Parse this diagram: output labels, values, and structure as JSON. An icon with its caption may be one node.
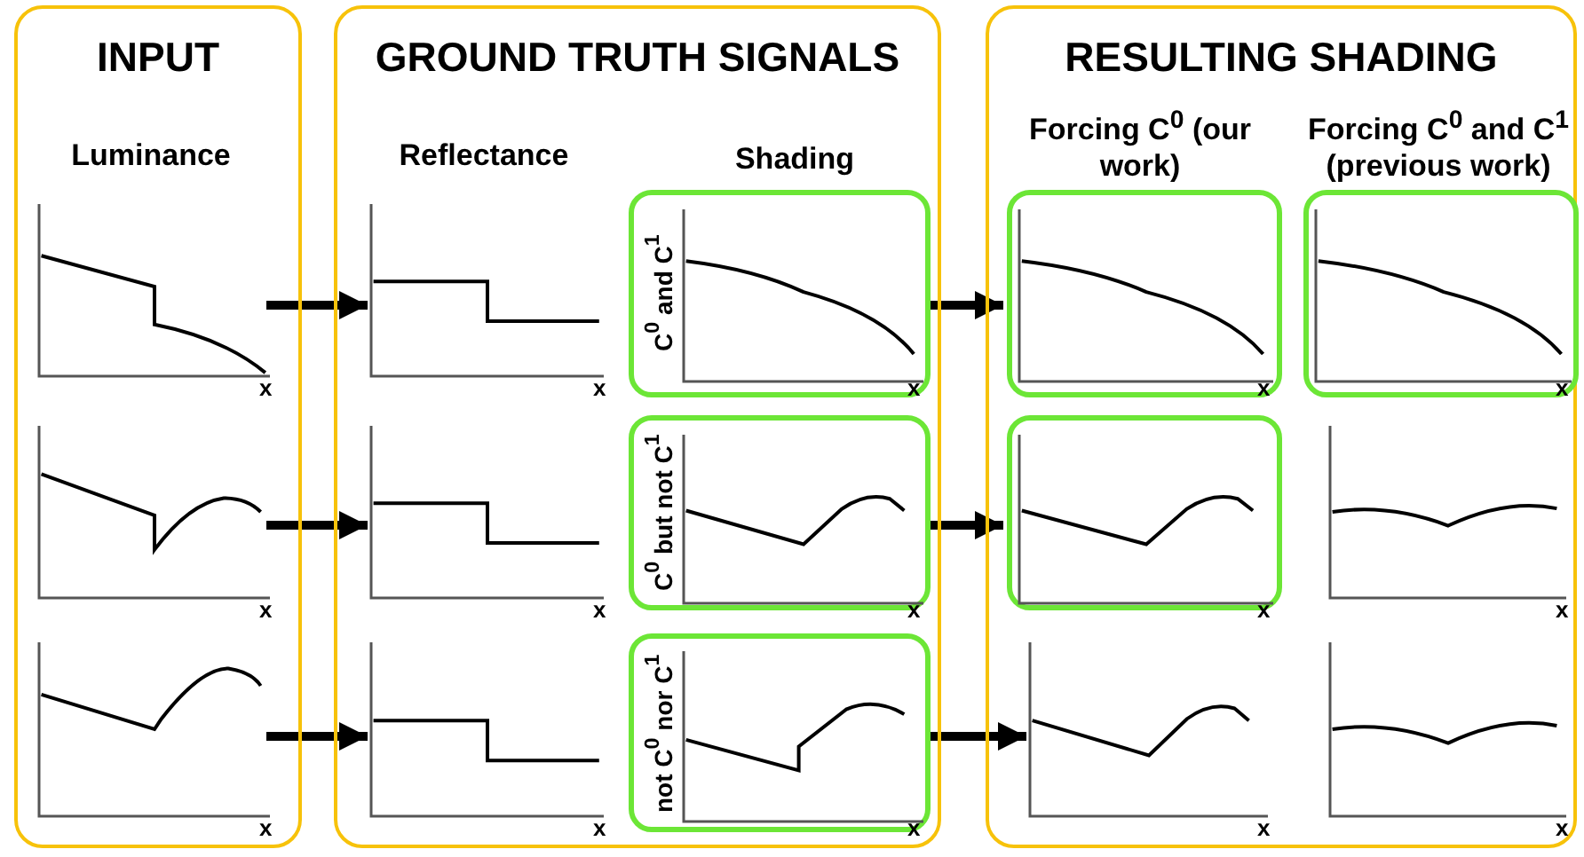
{
  "diagram": {
    "nodes": [
      {
        "text": [
          "INPUT"
        ]
      },
      {
        "text": [],
        "shape": "picture",
        "in": 0
      },
      {
        "text": [],
        "shape": "picture",
        "in": 0
      },
      {
        "text": [],
        "shape": "picture",
        "in": 0
      },
      {
        "text": [
          "GROUND TRUTH SIGNALS"
        ]
      },
      {
        "text": [],
        "shape": "picture",
        "in": 4
      },
      {
        "text": [],
        "shape": "picture",
        "in": 4
      },
      {
        "text": [],
        "shape": "picture",
        "in": 4
      },
      {
        "text": [
          "C$^{0}$ and C$^{1}$"
        ],
        "in": 4
      },
      {
        "text": [
          "C$^{0}$ but not C$^{1}$"
        ],
        "in": 4
      },
      {
        "text": [
          "not C$^{0}$ nor C$^{1}$"
        ],
        "in": 4
      },
      {
        "text": [
          "RESULTING SHADING"
        ]
      },
      {
        "text": [],
        "shape": "box",
        "in": 11
      },
      {
        "text": [],
        "shape": "box",
        "in": 11
      },
      {
        "text": [],
        "shape": "picture",
        "in": 11
      },
      {
        "text": [],
        "shape": "box",
        "in": 11
      },
      {
        "text": [],
        "shape": "picture",
        "in": 11
      },
      {
        "text": [],
        "shape": "picture",
        "in": 11
      }
    ],
    "edges": [
      {
        "from": 1,
        "to": 5,
        "arrow": "to"
      },
      {
        "from": 2,
        "to": 6,
        "arrow": "to"
      },
      {
        "from": 3,
        "to": 7,
        "arrow": "to"
      },
      {
        "from": 8,
        "to": 12,
        "arrow": "to"
      },
      {
        "from": 9,
        "to": 13,
        "arrow": "to"
      },
      {
        "from": 10,
        "to": 14,
        "arrow": "to"
      }
    ],
    "labels": [
      "Luminance",
      "Reflectance",
      "Shading",
      "Forcing C$^{0}$ (our work)",
      "Forcing C$^{0}$ and C$^{1}$ (previous work)",
      "x",
      "x",
      "x",
      "x",
      "x",
      "x",
      "x",
      "x",
      "x",
      "x",
      "x",
      "x",
      "x",
      "x",
      "x"
    ]
  }
}
